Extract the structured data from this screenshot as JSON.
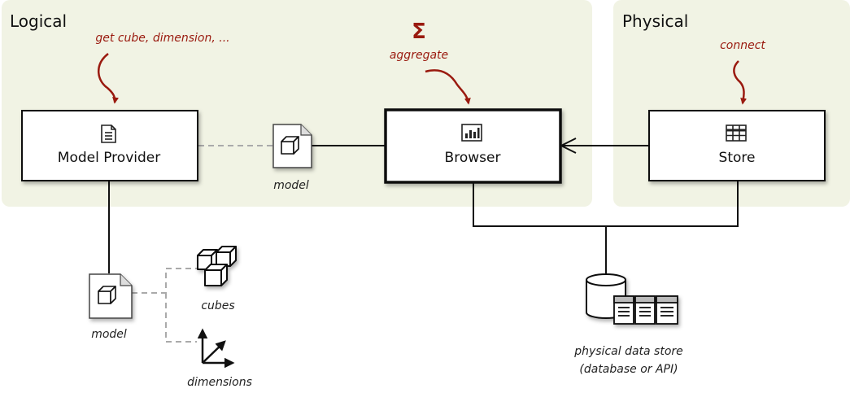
{
  "regions": {
    "logical": {
      "title": "Logical"
    },
    "physical": {
      "title": "Physical"
    }
  },
  "annotations": {
    "model_provider": "get cube, dimension, ...",
    "browser": "aggregate",
    "browser_symbol": "Σ",
    "store": "connect"
  },
  "components": {
    "model_provider": {
      "label": "Model Provider",
      "icon": "document-icon"
    },
    "browser": {
      "label": "Browser",
      "icon": "bar-chart-icon"
    },
    "store": {
      "label": "Store",
      "icon": "table-grid-icon"
    }
  },
  "nodes": {
    "model_top": {
      "caption": "model",
      "icon": "cube-document-icon"
    },
    "model_bottom": {
      "caption": "model",
      "icon": "cube-document-icon"
    },
    "cubes": {
      "caption": "cubes",
      "icon": "cubes-icon"
    },
    "dimensions": {
      "caption": "dimensions",
      "icon": "axes-icon"
    },
    "data_store": {
      "caption_line1": "physical data store",
      "caption_line2": "(database or API)",
      "icon": "database-icon"
    }
  },
  "colors": {
    "region_background": "#f1f3e4",
    "annotation": "#9a1a0f",
    "line": "#111111",
    "dashed_line": "#aaaaaa"
  }
}
